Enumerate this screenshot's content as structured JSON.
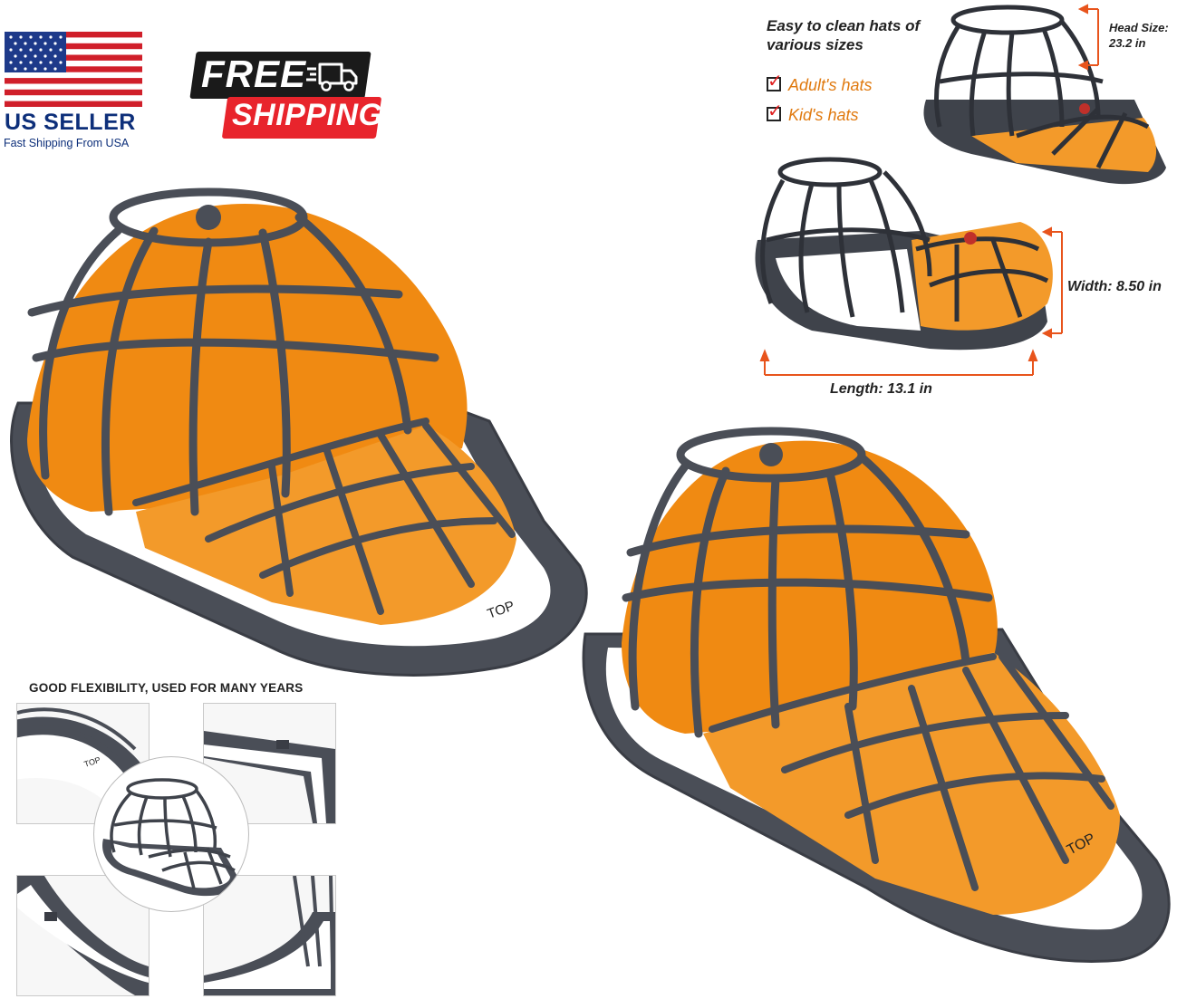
{
  "badge": {
    "seller_label": "US SELLER",
    "seller_sub": "Fast Shipping From USA",
    "free_text": "FREE",
    "shipping_text": "SHIPPING"
  },
  "info": {
    "easy_clean": "Easy to clean hats of various sizes",
    "adult_hats": "Adult's hats",
    "kid_hats": "Kid's hats",
    "head_size": "Head Size: 23.2 in",
    "width": "Width: 8.50 in",
    "length": "Length: 13.1 in"
  },
  "flexibility": {
    "title": "GOOD FLEXIBILITY, USED FOR MANY YEARS"
  },
  "hat_labels": {
    "top_mark": "TOP"
  },
  "colors": {
    "hat_orange": "#f08a12",
    "frame_gray": "#4a4e57",
    "accent_red": "#e8242c",
    "arrow_orange": "#e8541c",
    "flag_blue": "#1e3a8a"
  },
  "icons": [
    "us-flag-icon",
    "delivery-truck-icon",
    "checkbox-icon"
  ]
}
